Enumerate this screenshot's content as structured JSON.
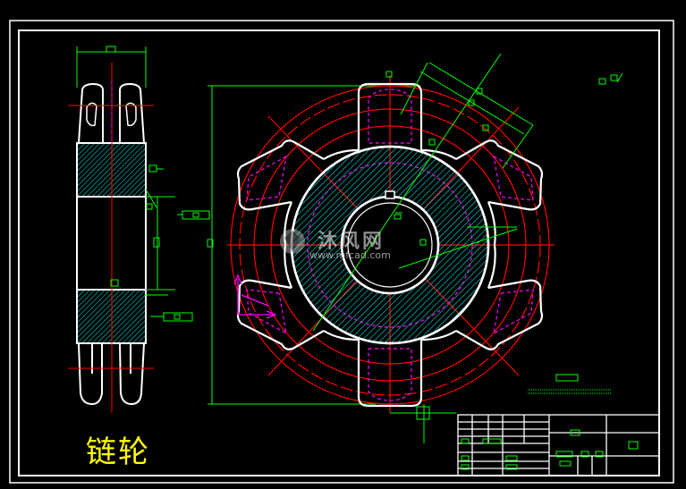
{
  "drawing": {
    "title": "链轮"
  },
  "watermark": {
    "brand": "沐风网",
    "url": "www.mfcad.com"
  },
  "colors": {
    "background": "#000000",
    "outline": "#ffffff",
    "hatch": "#00ffff",
    "centerline": "#ff0000",
    "dimension": "#00ff00",
    "hidden": "#ff00ff",
    "title": "#ffff00"
  }
}
